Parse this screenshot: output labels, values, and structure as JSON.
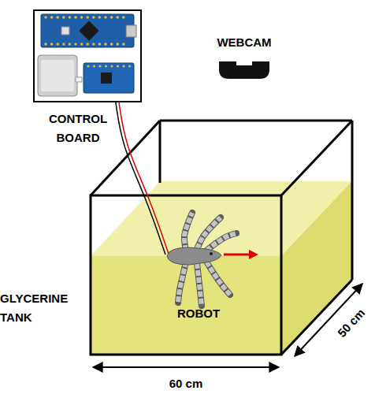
{
  "diagram": {
    "nodes": [
      {
        "text": [
          "CONTROL BOARD"
        ]
      },
      {
        "text": [
          "WEBCAM"
        ]
      },
      {
        "text": [
          "GLYCERINE TANK"
        ]
      },
      {
        "text": [
          "ROBOT"
        ],
        "in": 2
      }
    ],
    "edges": [
      {
        "from": 0,
        "to": 3,
        "arrow": "none"
      }
    ],
    "labels": [
      "60 cm",
      "50 cm"
    ]
  }
}
